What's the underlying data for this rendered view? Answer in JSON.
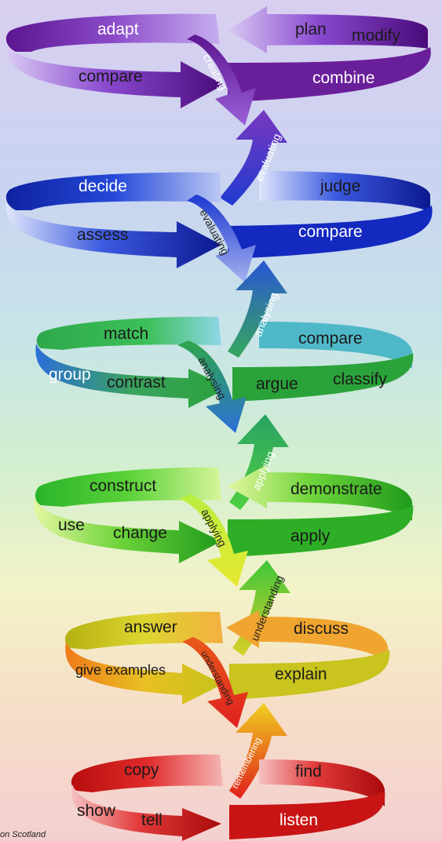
{
  "levels": [
    {
      "id": "creating",
      "words": {
        "top_left": "adapt",
        "top_right_1": "plan",
        "top_right_2": "modify",
        "bottom_left": "compare",
        "bottom_right": "combine"
      },
      "down_label": "creating",
      "colors": {
        "main": "#6a1f9a",
        "light": "#b79adf",
        "dark": "#3f0c66"
      }
    },
    {
      "id": "evaluating",
      "words": {
        "top_left": "decide",
        "top_right": "judge",
        "bottom_left": "assess",
        "bottom_right": "compare"
      },
      "up_label": "evaluating",
      "down_label": "evaluating",
      "colors": {
        "main": "#1b35c9",
        "light": "#a9b6f2",
        "dark": "#0b1a86"
      }
    },
    {
      "id": "analysing",
      "words": {
        "top_left": "match",
        "top_right": "compare",
        "bottom_left_1": "group",
        "bottom_left_2": "contrast",
        "bottom_right_1": "argue",
        "bottom_right_2": "classify"
      },
      "up_label": "analysing",
      "down_label": "analysing",
      "colors": {
        "main": "#2fa64a",
        "light": "#4f84d8",
        "dark": "#1b7a2e"
      }
    },
    {
      "id": "applying",
      "words": {
        "top_left": "construct",
        "top_right": "demonstrate",
        "bottom_left_1": "use",
        "bottom_left_2": "change",
        "bottom_right": "apply"
      },
      "up_label": "applying",
      "down_label": "applying",
      "colors": {
        "main": "#33b82a",
        "light": "#b7f07a",
        "dark": "#1f8a1a"
      }
    },
    {
      "id": "understanding",
      "words": {
        "top_left": "answer",
        "top_right": "discuss",
        "bottom_left": "give examples",
        "bottom_right": "explain"
      },
      "up_label": "understanding",
      "down_label": "understanding",
      "colors": {
        "main": "#c9c41e",
        "light": "#f39a22",
        "dark": "#9a9410"
      }
    },
    {
      "id": "remembering",
      "words": {
        "top_left": "copy",
        "top_right": "find",
        "bottom_left_1": "show",
        "bottom_left_2": "tell",
        "bottom_right": "listen"
      },
      "up_label": "remembering",
      "colors": {
        "main": "#d11a1a",
        "light": "#f3a3a3",
        "dark": "#8f0c0c"
      }
    }
  ],
  "credit": "on Scotland"
}
